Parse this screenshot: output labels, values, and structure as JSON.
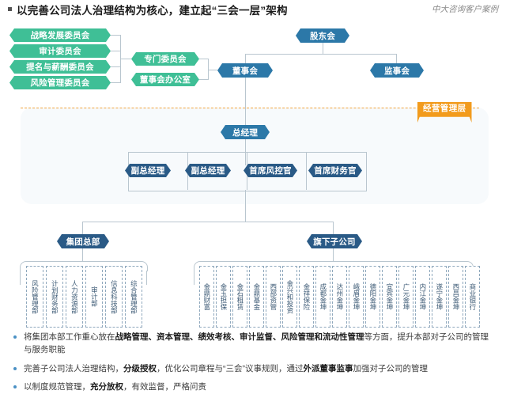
{
  "header": {
    "bullet_icon": "square-bullet-icon",
    "title": "以完善公司法人治理结构为核心，建立起“三会一层”架构",
    "credit": "中大咨询客户案例"
  },
  "colors": {
    "green": "#3fbf96",
    "blue": "#2c78a8",
    "navy": "#2a5a86",
    "orange": "#f29b1d",
    "connector": "#b9c6cf",
    "dept_border": "#8fa8bd",
    "panel_bg": "#f7fafc"
  },
  "layer_tag": "经营管理层",
  "governance": {
    "shareholders": "股东会",
    "board": "董事会",
    "supervisors": "监事会"
  },
  "committees": [
    "战略发展委员会",
    "审计委员会",
    "提名与薪酬委员会",
    "风险管理委员会"
  ],
  "committee_hubs": [
    "专门委员会",
    "董事会办公室"
  ],
  "management": {
    "general_manager": "总经理",
    "officers": [
      "副总经理",
      "副总经理",
      "首席风控官",
      "首席财务官"
    ]
  },
  "headquarters": {
    "label": "集团总部",
    "departments": [
      "风险管理部",
      "计划财务部",
      "人力资源部",
      "审计部",
      "信息科技部",
      "综合管理部"
    ]
  },
  "subsidiaries": {
    "label": "旗下子公司",
    "companies": [
      "金鼎财富",
      "金玉担保",
      "金石租赁",
      "金鼎基金",
      "西部资管",
      "金兴和投资",
      "金祥保险",
      "成都金坤",
      "达州金坤",
      "峨眉金坤",
      "德阳金坤",
      "宜宾金坤",
      "广元金坤",
      "内江金坤",
      "遂宁金坤",
      "西昌金坤",
      "商业银行"
    ]
  },
  "notes": [
    {
      "segments": [
        {
          "text": "将集团本部工作重心放在",
          "bold": false
        },
        {
          "text": "战略管理、资本管理、绩效考核、审计监督、风险管理和流动性管理",
          "bold": true
        },
        {
          "text": "等方面，提升本部对子公司的管理与服务职能",
          "bold": false
        }
      ]
    },
    {
      "segments": [
        {
          "text": "完善子公司法人治理结构，",
          "bold": false
        },
        {
          "text": "分级授权",
          "bold": true
        },
        {
          "text": "，优化公司章程与“三会”议事规则，通过",
          "bold": false
        },
        {
          "text": "外派董事监事",
          "bold": true
        },
        {
          "text": "加强对子公司的管理",
          "bold": false
        }
      ]
    },
    {
      "segments": [
        {
          "text": "以制度规范管理，",
          "bold": false
        },
        {
          "text": "充分放权",
          "bold": true
        },
        {
          "text": "，有效监督，严格问责",
          "bold": false
        }
      ]
    }
  ]
}
